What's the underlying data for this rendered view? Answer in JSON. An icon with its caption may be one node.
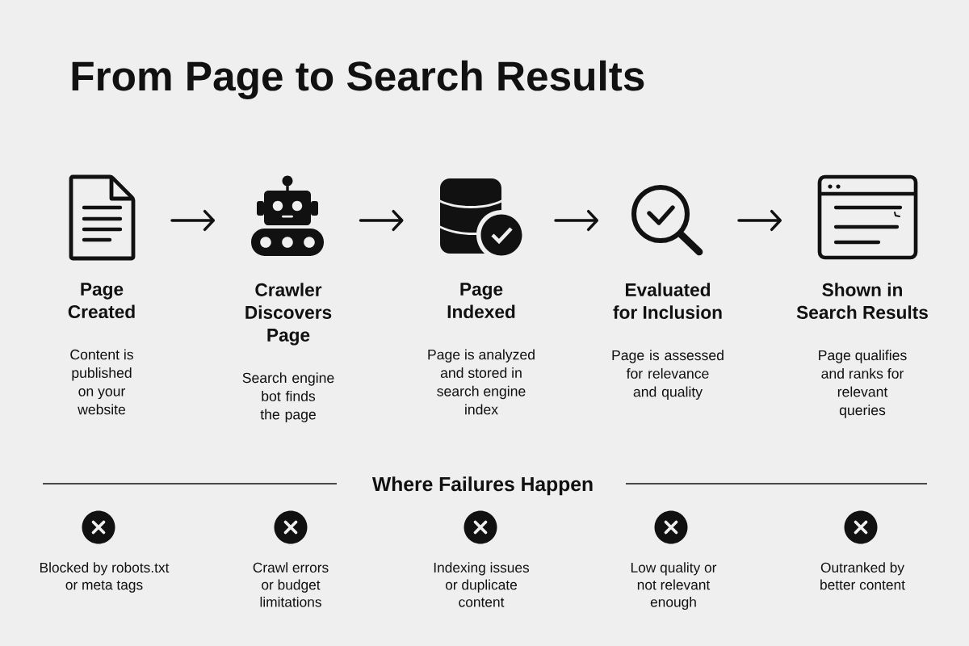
{
  "diagram": {
    "title": "From Page to Search Results",
    "nodes": [
      {
        "text": [
          "Page Created",
          "Content is published on your website"
        ]
      },
      {
        "text": [
          "Crawler Discovers Page",
          "Search engine bot finds the page"
        ]
      },
      {
        "text": [
          "Page Indexed",
          "Page is analyzed and stored in search engine index"
        ]
      },
      {
        "text": [
          "Evaluated for Inclusion",
          "Page is assessed for relevance and quality"
        ]
      },
      {
        "text": [
          "Shown in Search Results",
          "Page qualifies and ranks for relevant queries"
        ]
      }
    ],
    "edges": [
      {
        "from": 0,
        "to": 1,
        "arrow": "to"
      },
      {
        "from": 1,
        "to": 2,
        "arrow": "to"
      },
      {
        "from": 2,
        "to": 3,
        "arrow": "to"
      },
      {
        "from": 3,
        "to": 4,
        "arrow": "to"
      }
    ],
    "labels": [
      "Where Failures Happen",
      "Blocked by robots.txt or meta tags",
      "Crawl errors or budget limitations",
      "Indexing issues or duplicate content",
      "Low quality or not relevant enough",
      "Outranked by better content"
    ]
  }
}
